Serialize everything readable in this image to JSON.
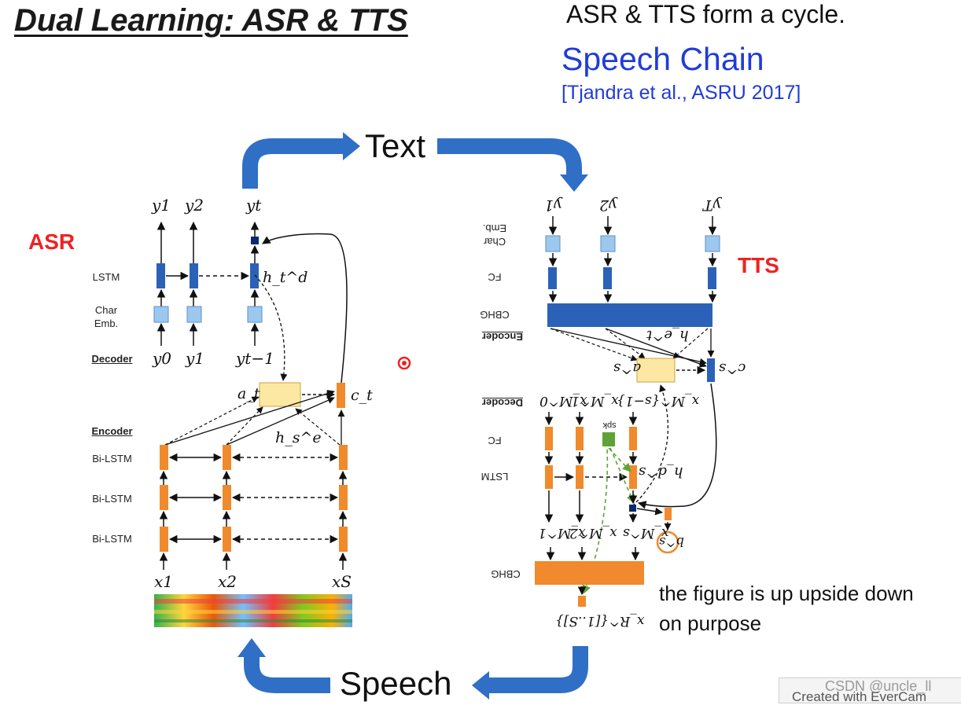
{
  "slide": {
    "title": "Dual Learning: ASR & TTS",
    "cycle_text": "ASR & TTS form a cycle.",
    "chain_title": "Speech Chain",
    "citation": "[Tjandra et al., ASRU 2017]",
    "note": "the figure is up upside down on purpose",
    "watermark_csdn": "CSDN @uncle_ll",
    "watermark_evercam": "Created with EverCam"
  },
  "cycle": {
    "asr_label": "ASR",
    "tts_label": "TTS",
    "text_node": "Text",
    "speech_node": "Speech"
  },
  "asr": {
    "layer_labels": {
      "lstm": "LSTM",
      "char_emb": "Char\nEmb.",
      "decoder": "Decoder",
      "encoder": "Encoder",
      "bilstm": "Bi-LSTM"
    },
    "outputs": [
      "y1",
      "y2",
      "yt"
    ],
    "inputs": [
      "y0",
      "y1",
      "yt−1"
    ],
    "hidden": "h_t^d",
    "attention": "a_t",
    "context": "c_t",
    "enc_hidden": "h_s^e",
    "frames": [
      "x1",
      "x2",
      "xS"
    ]
  },
  "tts": {
    "layer_labels": {
      "char_emb": "Char\nEmb.",
      "fc": "FC",
      "cbhg": "CBHG",
      "encoder": "Encoder",
      "decoder": "Decoder",
      "lstm": "LSTM",
      "cbhg2": "CBHG"
    },
    "inputs": [
      "y1",
      "y2",
      "yT"
    ],
    "enc_hidden": "h_e^t",
    "attention": "a^s",
    "context": "c^s",
    "dec_inputs": [
      "x_M^0",
      "x_M^1",
      "x_M^{s−1}"
    ],
    "spk": "spk",
    "dec_hidden": "h_d^s",
    "mel_outputs": [
      "x_M^1",
      "x_M^2",
      "x_M^s"
    ],
    "stop": "b^s",
    "linear": "x_R^{[1..S]}"
  },
  "colors": {
    "arrow_blue": "#2f6fc6",
    "lstm_blue": "#2b62b8",
    "emb_blue": "#9cc8ee",
    "orange": "#f08a2c",
    "attention": "#fde8a3",
    "red_label": "#ee2222",
    "chain_blue": "#1f3cd8",
    "spk_green": "#5fa336"
  }
}
